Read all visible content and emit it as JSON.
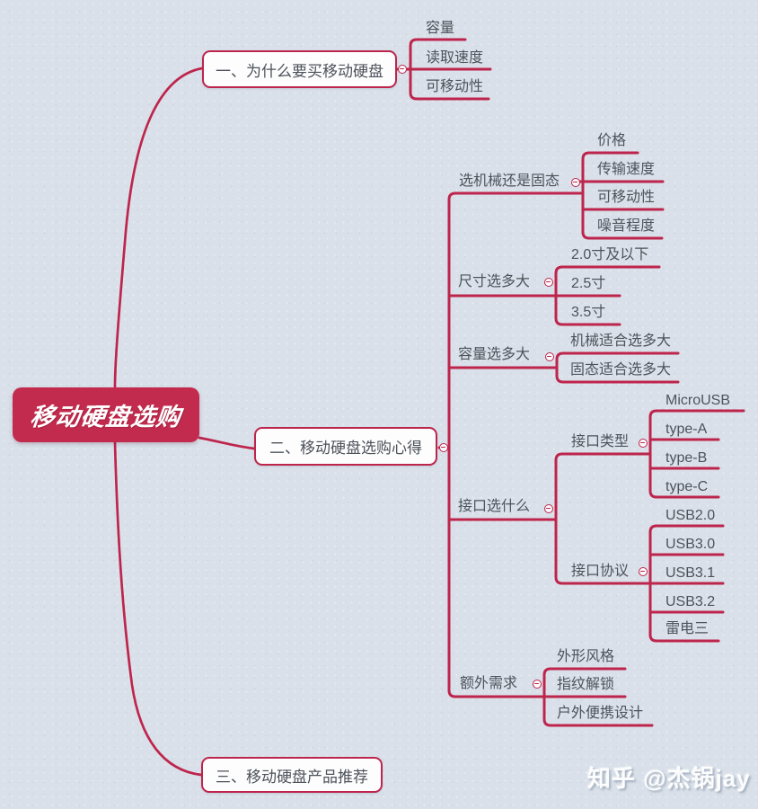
{
  "app": {
    "background_color": "#d9e0e9",
    "accent_color": "#be254c",
    "root_fill_color": "#c32b4e",
    "text_color": "#4e535a"
  },
  "root": {
    "label": "移动硬盘选购"
  },
  "branches": [
    {
      "label": "一、为什么要买移动硬盘",
      "children": [
        {
          "label": "容量"
        },
        {
          "label": "读取速度"
        },
        {
          "label": "可移动性"
        }
      ]
    },
    {
      "label": "二、移动硬盘选购心得",
      "children": [
        {
          "label": "选机械还是固态",
          "children": [
            {
              "label": "价格"
            },
            {
              "label": "传输速度"
            },
            {
              "label": "可移动性"
            },
            {
              "label": "噪音程度"
            }
          ]
        },
        {
          "label": "尺寸选多大",
          "children": [
            {
              "label": "2.0寸及以下"
            },
            {
              "label": "2.5寸"
            },
            {
              "label": "3.5寸"
            }
          ]
        },
        {
          "label": "容量选多大",
          "children": [
            {
              "label": "机械适合选多大"
            },
            {
              "label": "固态适合选多大"
            }
          ]
        },
        {
          "label": "接口选什么",
          "children": [
            {
              "label": "接口类型",
              "children": [
                {
                  "label": "MicroUSB"
                },
                {
                  "label": "type-A"
                },
                {
                  "label": "type-B"
                },
                {
                  "label": "type-C"
                }
              ]
            },
            {
              "label": "接口协议",
              "children": [
                {
                  "label": "USB2.0"
                },
                {
                  "label": "USB3.0"
                },
                {
                  "label": "USB3.1"
                },
                {
                  "label": "USB3.2"
                },
                {
                  "label": "雷电三"
                }
              ]
            }
          ]
        },
        {
          "label": "额外需求",
          "children": [
            {
              "label": "外形风格"
            },
            {
              "label": "指纹解锁"
            },
            {
              "label": "户外便携设计"
            }
          ]
        }
      ]
    },
    {
      "label": "三、移动硬盘产品推荐",
      "children": []
    }
  ],
  "watermark": {
    "text": "知乎 @杰锅jay"
  }
}
